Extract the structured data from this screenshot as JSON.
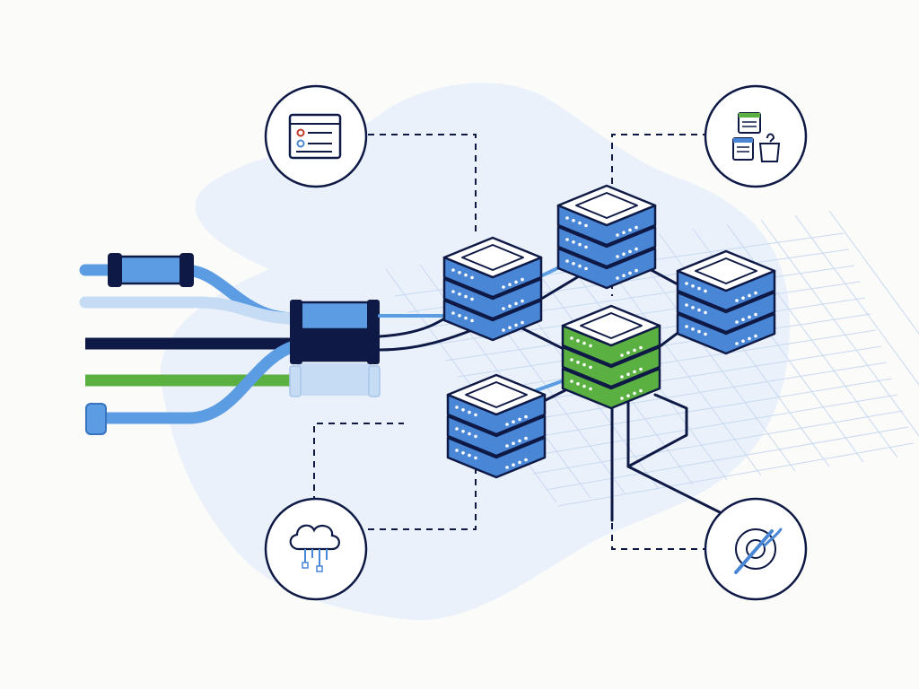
{
  "colors": {
    "background": "#fbfbf9",
    "blob": "#eaf1fb",
    "navy": "#0e1a45",
    "blue": "#4a86d6",
    "light_blue": "#8ec0ef",
    "pale_blue": "#c6dcf4",
    "green": "#5bb042",
    "grid": "#c9d9f1",
    "server_top": "#ffffff"
  },
  "scene": {
    "servers": [
      {
        "id": "server-top-center",
        "color": "blue"
      },
      {
        "id": "server-left",
        "color": "blue"
      },
      {
        "id": "server-right",
        "color": "blue"
      },
      {
        "id": "server-center-green",
        "color": "green"
      },
      {
        "id": "server-bottom-left",
        "color": "blue"
      }
    ],
    "cables": [
      {
        "id": "cable-light-blue",
        "color": "light_blue"
      },
      {
        "id": "cable-pale-blue",
        "color": "pale_blue"
      },
      {
        "id": "cable-navy",
        "color": "navy"
      },
      {
        "id": "cable-green",
        "color": "green"
      },
      {
        "id": "cable-blue",
        "color": "blue"
      }
    ],
    "icons": [
      {
        "id": "list-window-icon",
        "position": "top-left"
      },
      {
        "id": "documents-icon",
        "position": "top-right"
      },
      {
        "id": "cloud-network-icon",
        "position": "bottom-left"
      },
      {
        "id": "satellite-dish-icon",
        "position": "bottom-right"
      }
    ]
  }
}
